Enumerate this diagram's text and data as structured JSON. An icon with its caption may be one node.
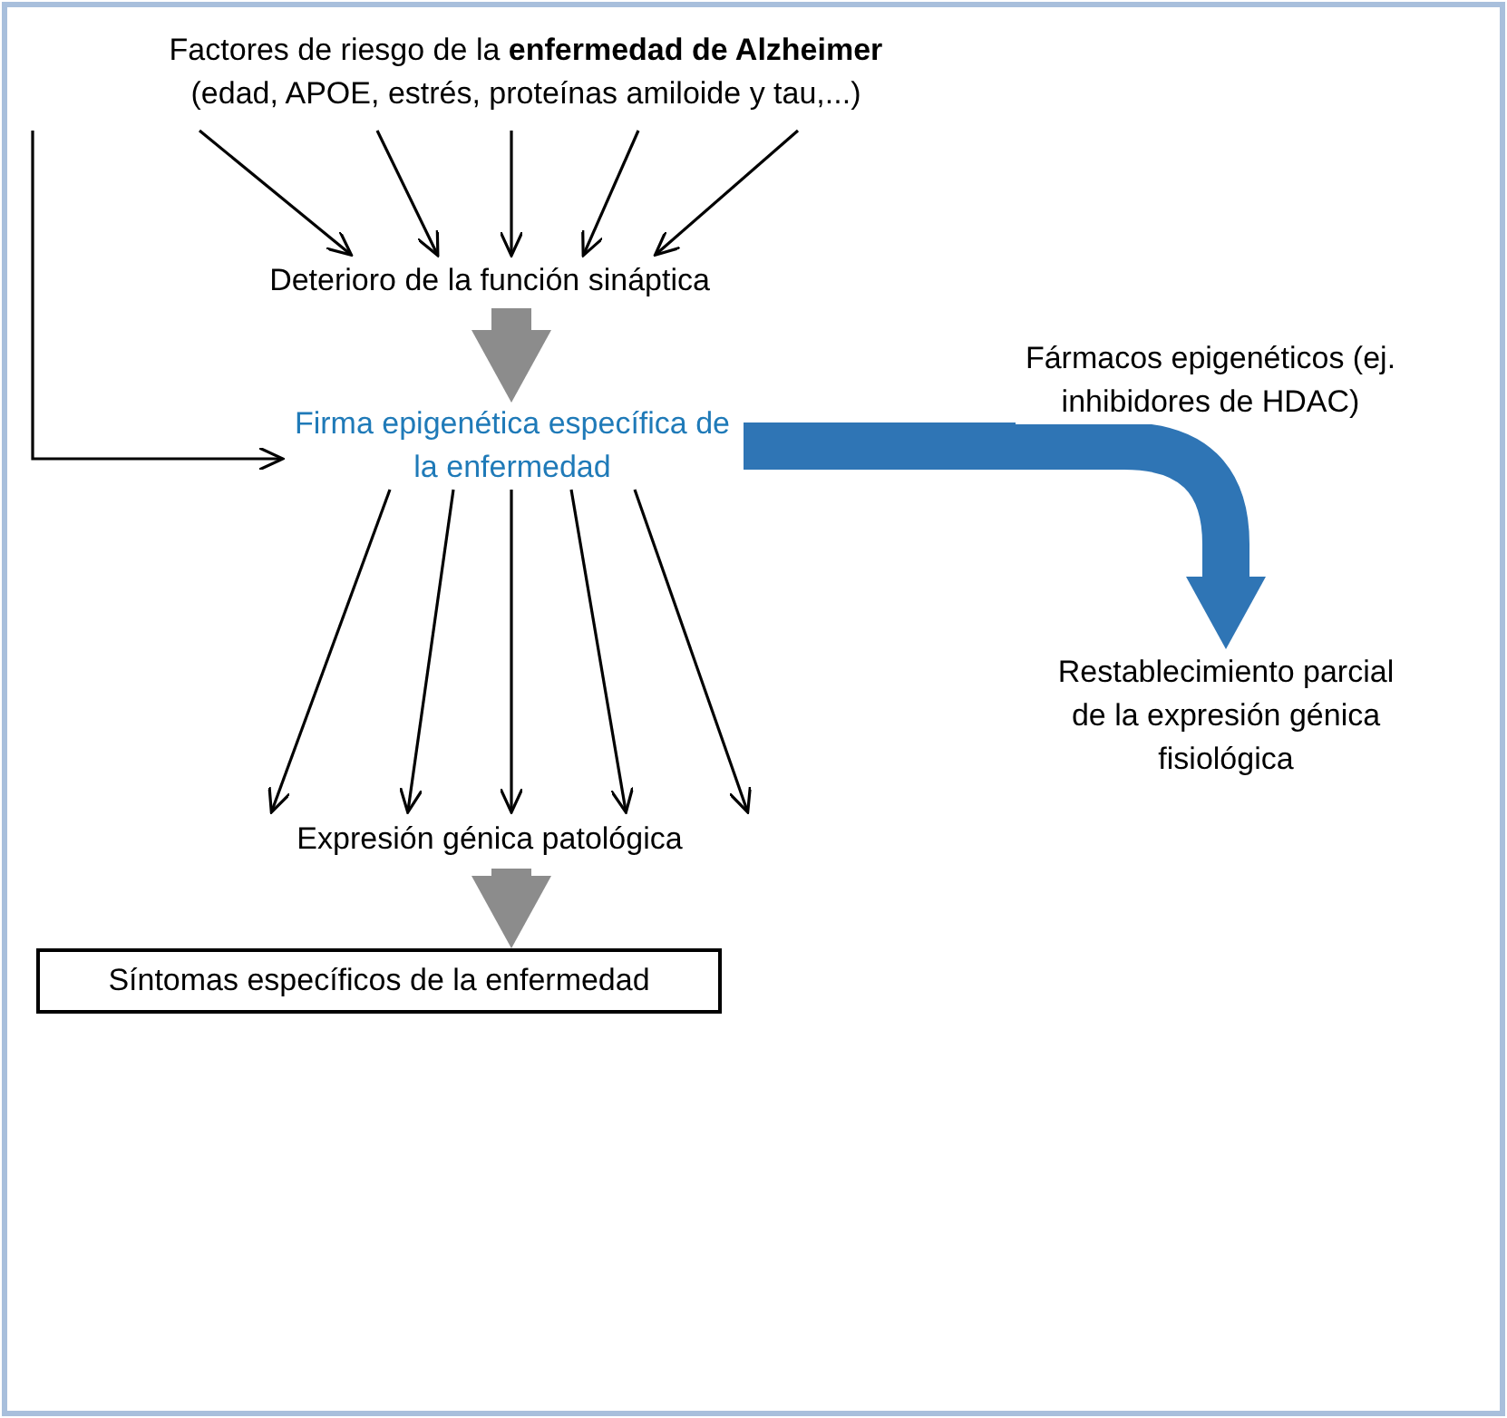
{
  "diagram": {
    "nodes": [
      {
        "text": [
          "Factores de riesgo de la **enfermedad de Alzheimer**",
          "(edad, APOE, estrés, proteínas amiloide y tau,...)"
        ]
      },
      {
        "text": [
          "Deterioro de la función sináptica"
        ]
      },
      {
        "text": [
          "Firma epigenética específica de la enfermedad"
        ]
      },
      {
        "text": [
          "Expresión génica patológica"
        ]
      },
      {
        "text": [
          "Síntomas específicos de la enfermedad"
        ]
      },
      {
        "text": [
          "Restablecimiento parcial de  la expresión génica fisiológica"
        ]
      }
    ],
    "edges": [
      {
        "from": 0,
        "to": 1,
        "arrow": "to"
      },
      {
        "from": 0,
        "to": 1,
        "arrow": "to"
      },
      {
        "from": 0,
        "to": 1,
        "arrow": "to"
      },
      {
        "from": 0,
        "to": 1,
        "arrow": "to"
      },
      {
        "from": 0,
        "to": 1,
        "arrow": "to"
      },
      {
        "from": 1,
        "to": 2,
        "arrow": "to",
        "style": "thick",
        "color": "#8c8c8c"
      },
      {
        "from": 0,
        "to": 2,
        "arrow": "to"
      },
      {
        "from": 2,
        "to": 3,
        "arrow": "to"
      },
      {
        "from": 2,
        "to": 3,
        "arrow": "to"
      },
      {
        "from": 2,
        "to": 3,
        "arrow": "to"
      },
      {
        "from": 2,
        "to": 3,
        "arrow": "to"
      },
      {
        "from": 2,
        "to": 3,
        "arrow": "to"
      },
      {
        "from": 3,
        "to": 4,
        "arrow": "to",
        "style": "thick",
        "color": "#8c8c8c"
      },
      {
        "from": 2,
        "to": 5,
        "arrow": "to",
        "style": "thick",
        "color": "#2f75b5",
        "label": "Fármacos epigenéticos (ej. inhibidores de HDAC)"
      }
    ]
  }
}
